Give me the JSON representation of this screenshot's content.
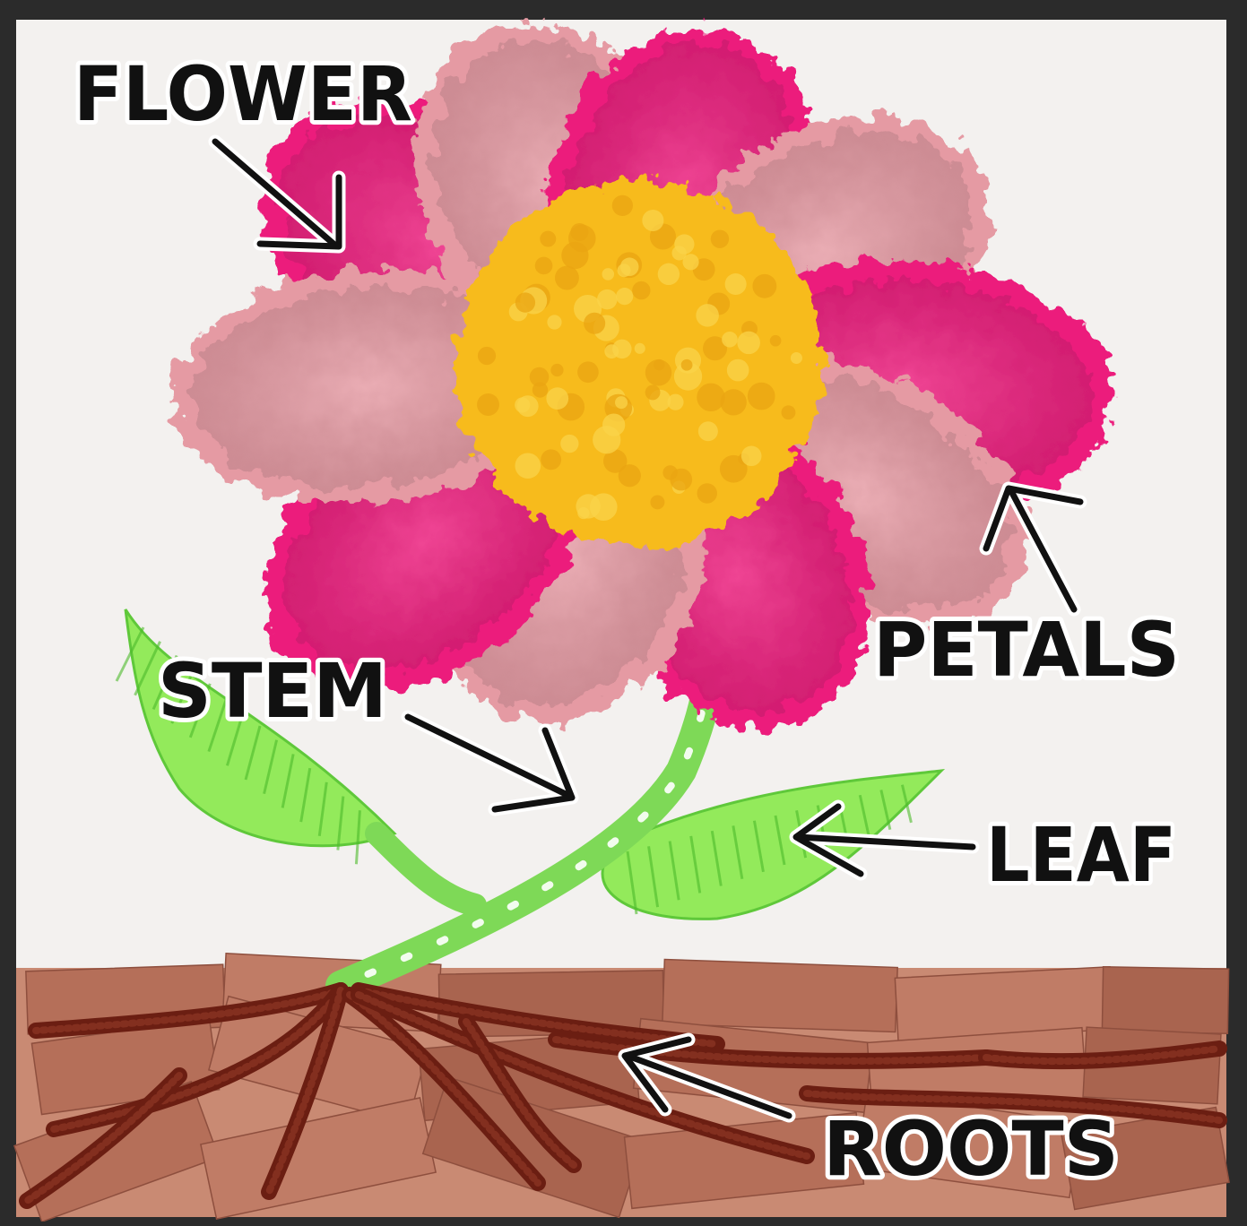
{
  "labels": {
    "flower": "FLOWER",
    "petals": "PETALS",
    "stem": "STEM",
    "leaf": "LEAF",
    "roots": "ROOTS"
  },
  "colors": {
    "frame": "#2b2b2b",
    "paper": "#f3f1ef",
    "petal_magenta": "#ec1c7c",
    "petal_pink": "#e59aa3",
    "center_yellow": "#f7bb1e",
    "stem_green": "#7ed957",
    "leaf_green": "#93ea5b",
    "soil_brown": "#b8735d",
    "root_brown": "#6b1e12",
    "label_text": "#111111"
  }
}
